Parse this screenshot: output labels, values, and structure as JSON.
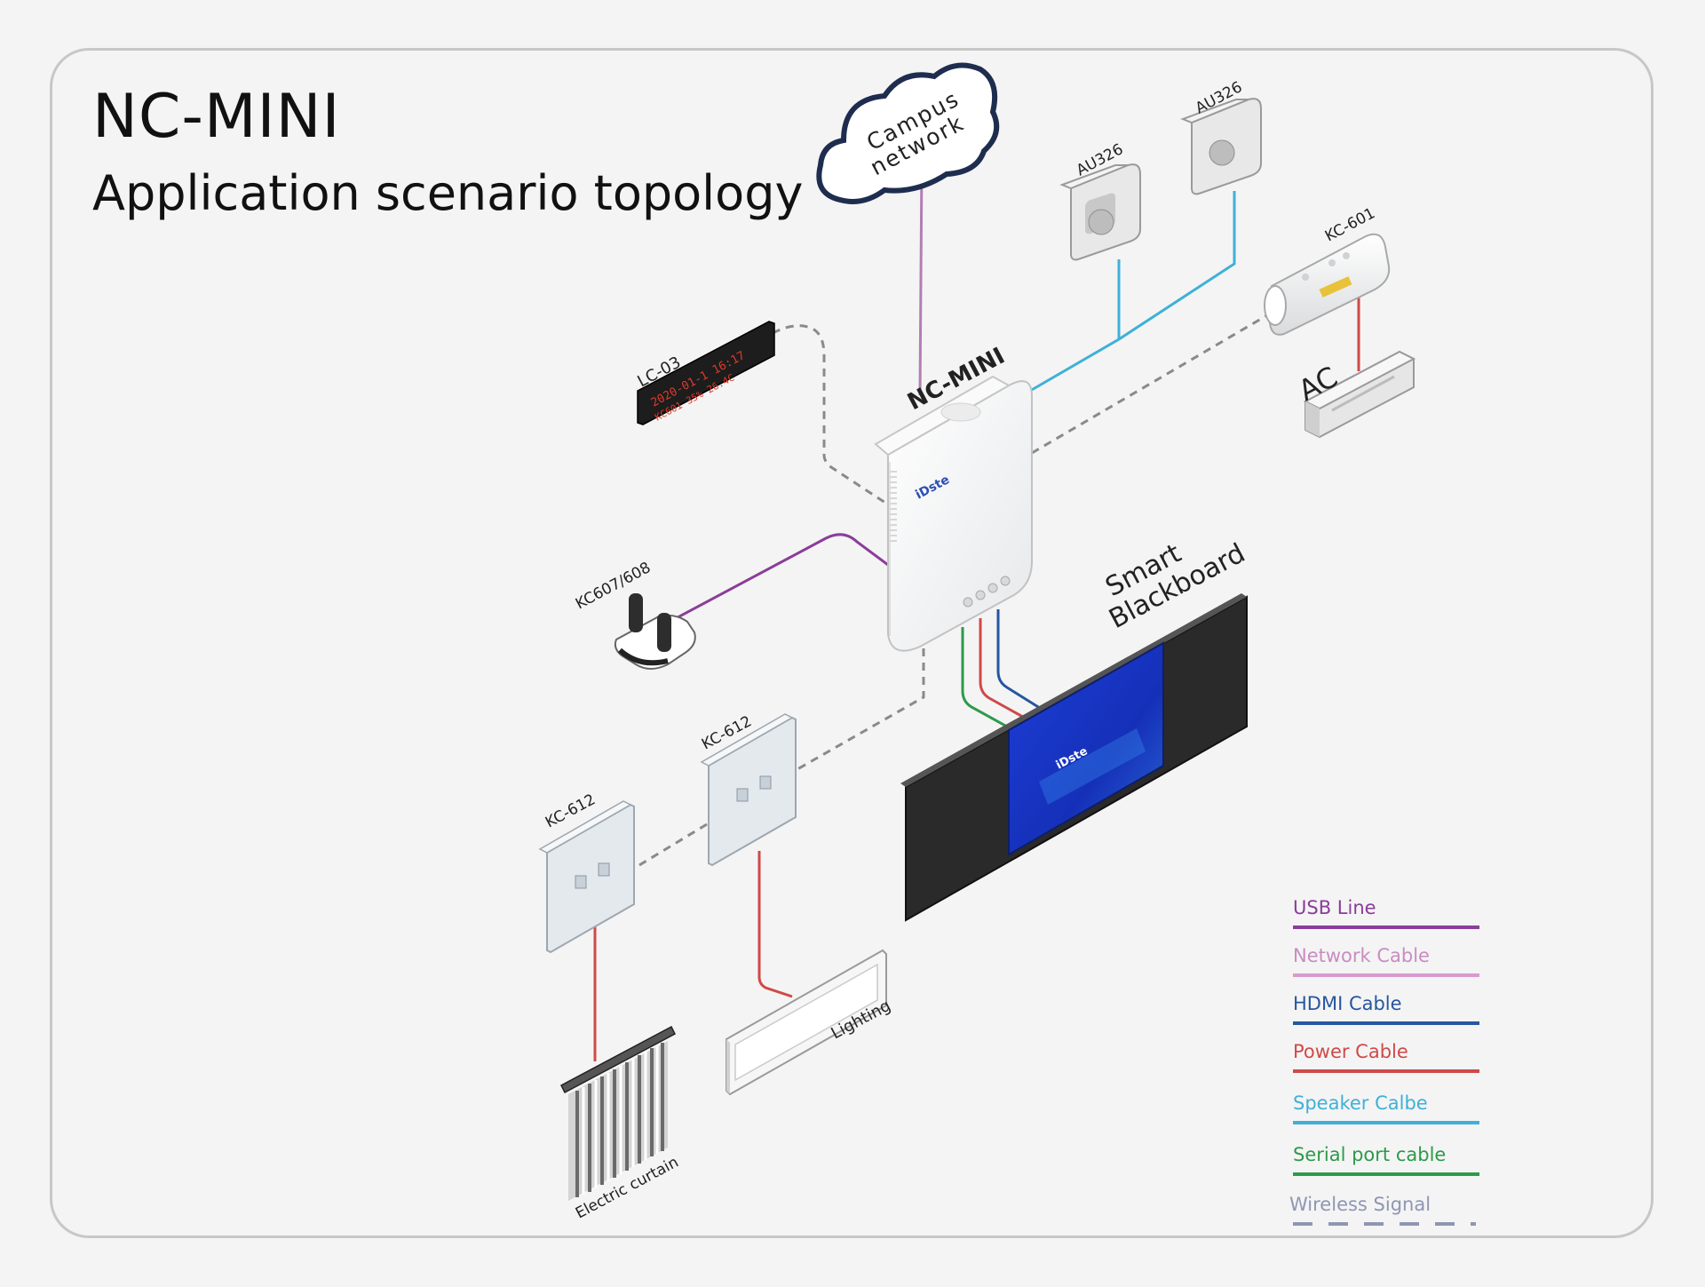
{
  "header": {
    "title": "NC-MINI",
    "subtitle": "Application scenario topology"
  },
  "devices": {
    "cloud": "Campus network",
    "cloud_line1": "Campus",
    "cloud_line2": "network",
    "hub": "NC-MINI",
    "hub_brand": "iDste",
    "speaker_left": "AU326",
    "speaker_right": "AU326",
    "controller": "KC-601",
    "ac": "AC",
    "display": "LC-03",
    "display_text_top": "2020-01-1 16:17",
    "display_text_bottom": "KC601  35%  26.4C",
    "mic": "KC607/608",
    "blackboard_line1": "Smart",
    "blackboard_line2": "Blackboard",
    "screen_brand": "iDste",
    "switch_a": "KC-612",
    "switch_b": "KC-612",
    "curtain": "Electric curtain",
    "lighting": "Lighting"
  },
  "legend": [
    {
      "label": "USB Line",
      "color": "#8a3d99",
      "text_color": "#8a3d99",
      "style": "solid"
    },
    {
      "label": "Network Cable",
      "color": "#d79bcf",
      "text_color": "#c98cc2",
      "style": "solid"
    },
    {
      "label": "HDMI Cable",
      "color": "#2656a0",
      "text_color": "#2656a0",
      "style": "solid"
    },
    {
      "label": "Power Cable",
      "color": "#cf4a48",
      "text_color": "#cf4a48",
      "style": "solid"
    },
    {
      "label": "Speaker Calbe",
      "color": "#3fb0d8",
      "text_color": "#3fb0d8",
      "style": "solid"
    },
    {
      "label": "Serial port cable",
      "color": "#2c9a4a",
      "text_color": "#2c9a4a",
      "style": "solid"
    },
    {
      "label": "Wireless Signal",
      "color": "#8f96b4",
      "text_color": "#8f96b4",
      "style": "dashed"
    }
  ]
}
